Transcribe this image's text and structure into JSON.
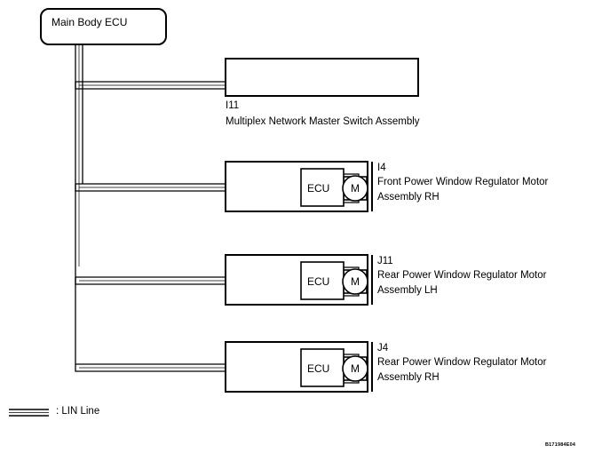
{
  "diagram": {
    "title_box": {
      "label": "Main Body ECU",
      "name": "main-body-ecu"
    },
    "modules": [
      {
        "id": "I11",
        "code": "I11",
        "description_lines": [
          "Multiplex Network Master Switch Assembly"
        ],
        "has_ecu_block": false,
        "has_motor": false,
        "ecu_label": "",
        "motor_label": ""
      },
      {
        "id": "I4",
        "code": "I4",
        "description_lines": [
          "Front Power Window Regulator Motor",
          "Assembly RH"
        ],
        "has_ecu_block": true,
        "has_motor": true,
        "ecu_label": "ECU",
        "motor_label": "M"
      },
      {
        "id": "J11",
        "code": "J11",
        "description_lines": [
          "Rear Power Window Regulator Motor",
          "Assembly LH"
        ],
        "has_ecu_block": true,
        "has_motor": true,
        "ecu_label": "ECU",
        "motor_label": "M"
      },
      {
        "id": "J4",
        "code": "J4",
        "description_lines": [
          "Rear Power Window Regulator Motor",
          "Assembly RH"
        ],
        "has_ecu_block": true,
        "has_motor": true,
        "ecu_label": "ECU",
        "motor_label": "M"
      }
    ],
    "legend": {
      "symbol_name": "lin-line-symbol",
      "separator": ":",
      "label": "LIN Line",
      "full_text": ": LIN Line"
    },
    "figure_code": "B171984E04",
    "colors": {
      "line": "#000000",
      "background": "#ffffff",
      "bus_fill": "#ffffff"
    }
  }
}
